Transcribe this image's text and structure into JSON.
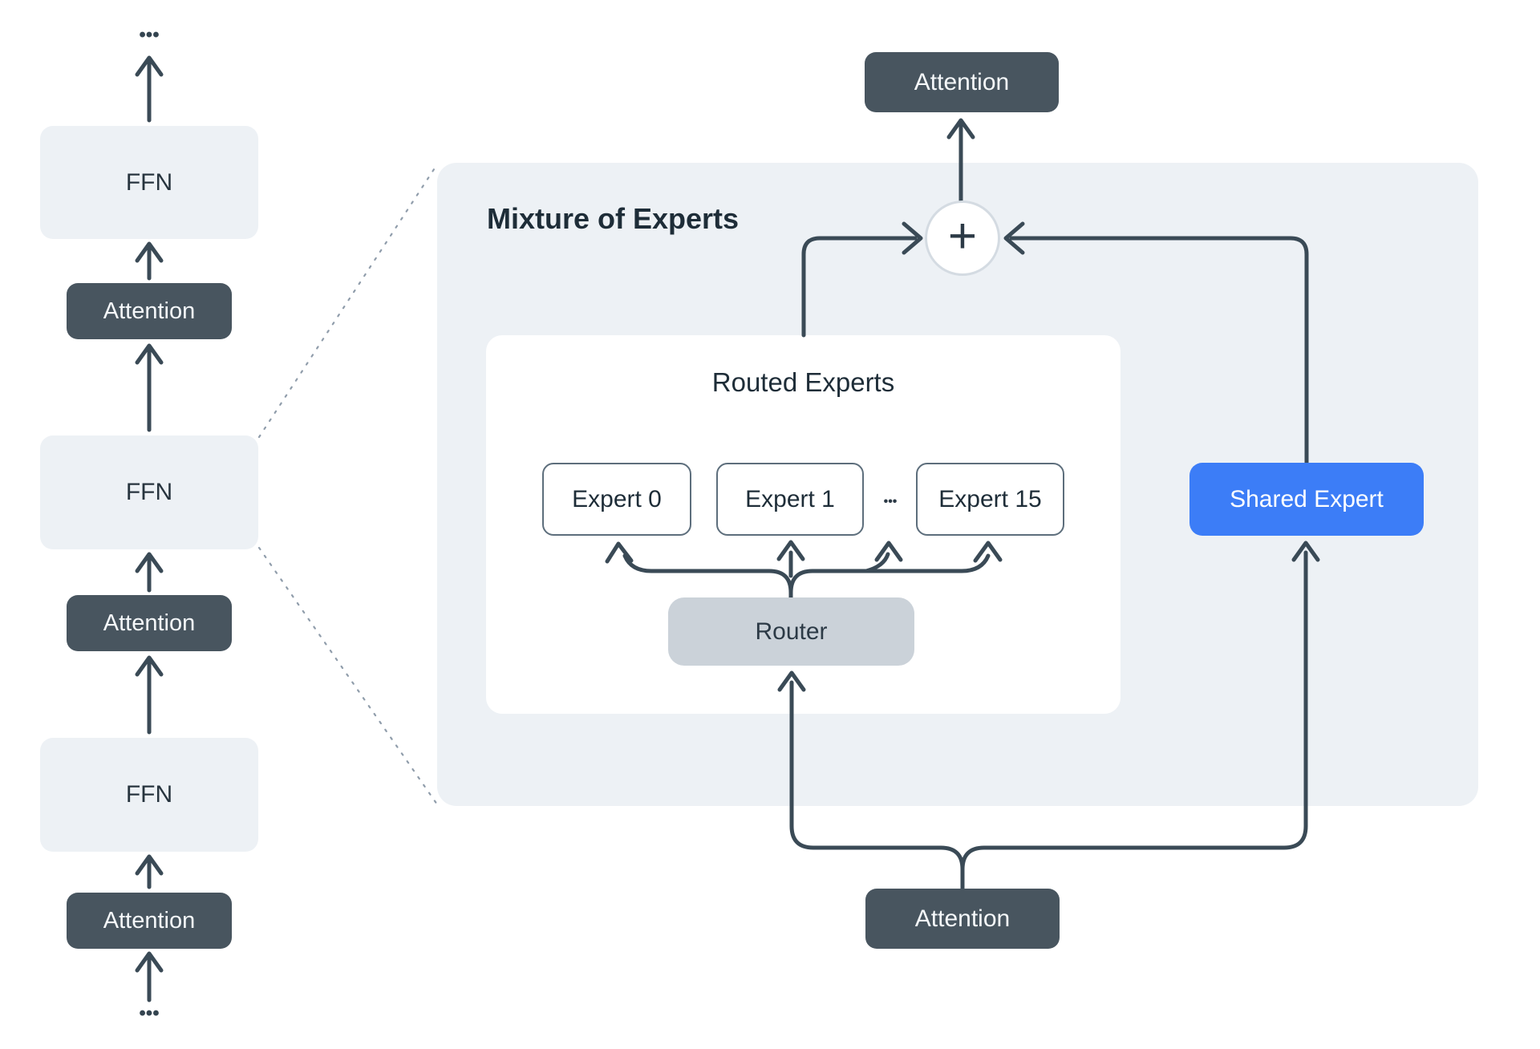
{
  "colors": {
    "wire": "#3a4a56",
    "dotted": "#909dab",
    "dark_box": "#48555f",
    "dark_text": "#f5f8fa",
    "light_box": "#edf1f5",
    "title": "#1e2d38",
    "label": "#27343e",
    "expert_border": "#5d6e7c",
    "router_fill": "#cbd2d9",
    "router_text": "#2c3a46",
    "blue": "#3c7df7",
    "plus_border": "#d4dbe2",
    "white": "#ffffff"
  },
  "left_stack": {
    "ellipsis_top": "•••",
    "ellipsis_bottom": "•••",
    "ffn_label": "FFN",
    "attention_label": "Attention"
  },
  "moe": {
    "title": "Mixture of Experts",
    "routed": {
      "title": "Routed Experts",
      "expert_0": "Expert 0",
      "expert_1": "Expert 1",
      "ellipsis": "•••",
      "expert_15": "Expert 15",
      "router": "Router"
    },
    "shared_expert": "Shared Expert",
    "attention_top": "Attention",
    "attention_bottom": "Attention",
    "plus": "+"
  }
}
